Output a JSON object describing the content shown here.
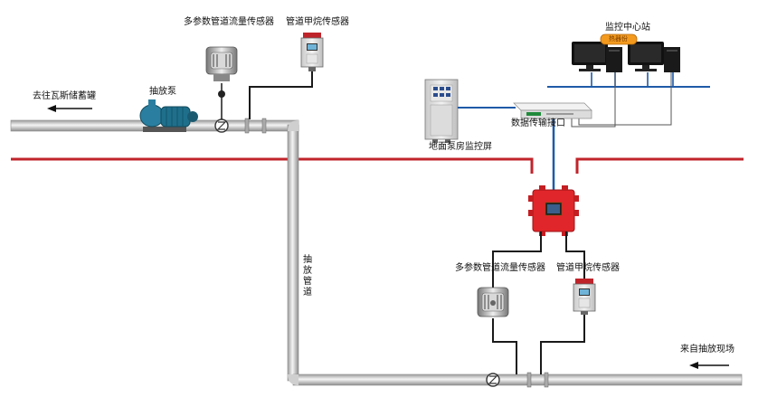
{
  "labels": {
    "gas_storage": "去往瓦斯储蓄罐",
    "pump": "抽放泵",
    "top_flow_sensor": "多参数管道流量传感器",
    "top_methane_sensor": "管道甲烷传感器",
    "monitor_station": "监控中心站",
    "hub_badge": "热器份",
    "ground_screen": "地面泵房监控屏",
    "data_interface": "数据传输接口",
    "pipeline": "抽放管道",
    "bottom_flow_sensor": "多参数管道流量传感器",
    "bottom_methane_sensor": "管道甲烷传感器",
    "from_site": "来自抽放现场"
  },
  "colors": {
    "boundary": "#c0242b",
    "pipe": "#d6d6d6",
    "pipe_edge": "#8a8a8a",
    "signal_cable": "#1f5aa8",
    "sensor_cable": "#1a1a1a",
    "junction_box": "#e0262a",
    "pump_body": "#1f6f8b",
    "hub": "#f39a1e"
  }
}
